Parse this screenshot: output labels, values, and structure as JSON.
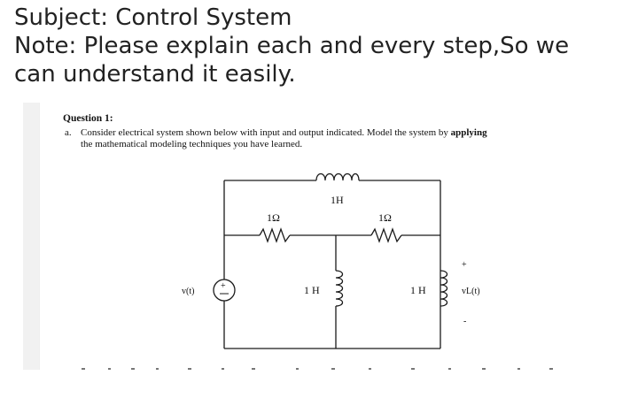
{
  "header": {
    "lines": [
      "Subject: Control System",
      "Note: Please explain each and every step,So we",
      "can understand it easily."
    ]
  },
  "question": {
    "title": "Question 1:",
    "item_marker": "a.",
    "text_before_bold": "Consider electrical system shown below with input and output indicated. Model the system by ",
    "text_bold": "applying",
    "text_after_bold": "the mathematical modeling techniques you have learned."
  },
  "circuit": {
    "top_inductor_label": "1H",
    "left_resistor_label": "1Ω",
    "right_resistor_label": "1Ω",
    "source_label": "v(t)",
    "middle_inductor_label": "1 H",
    "right_inductor_label": "1 H",
    "output_label": "vL(t)",
    "output_plus": "+",
    "output_minus": "-",
    "source_plus": "+"
  },
  "colors": {
    "text": "#111111",
    "header_text": "#222222",
    "wire": "#1a1a1a",
    "background": "#ffffff",
    "scan_edge": "#f1f1f1"
  }
}
